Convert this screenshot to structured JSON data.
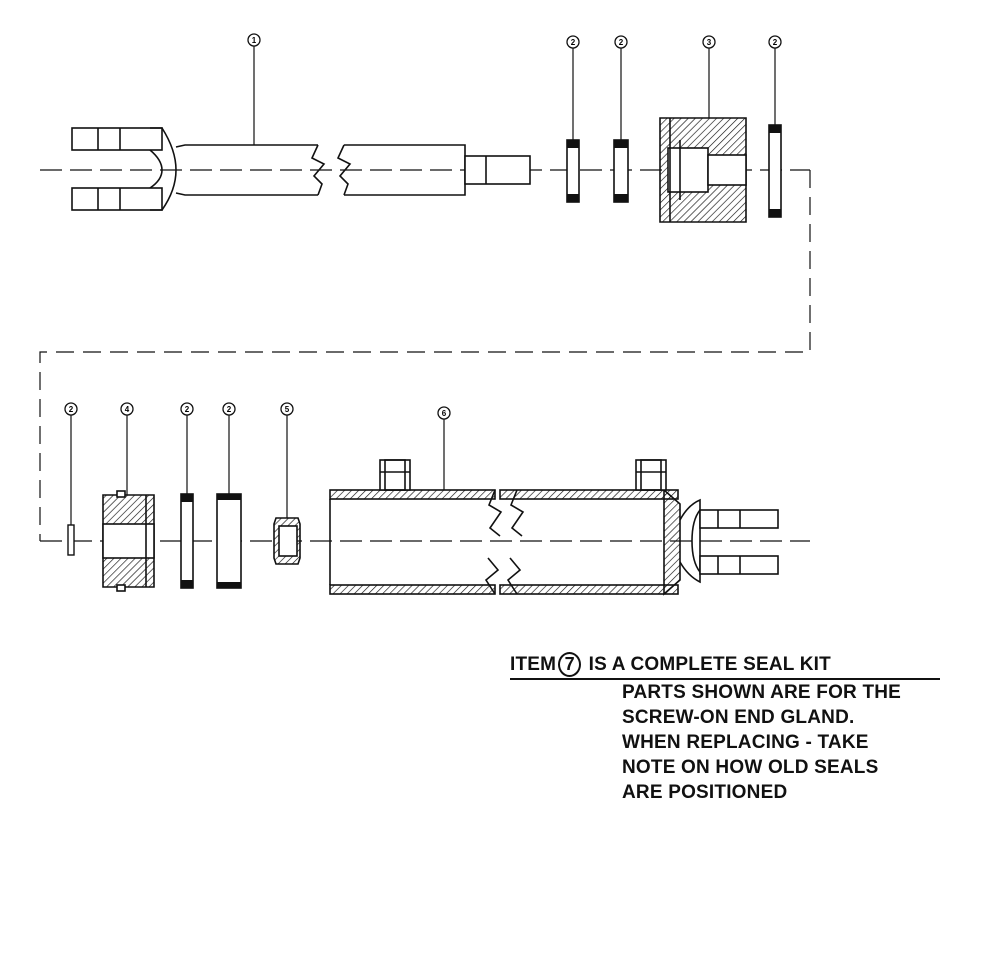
{
  "callouts": {
    "shaft": "1",
    "seal_a": "2",
    "seal_b": "2",
    "gland": "3",
    "seal_c": "2",
    "seal_d": "2",
    "piston": "4",
    "seal_e": "2",
    "seal_f": "2",
    "wiper": "5",
    "barrel": "6"
  },
  "note": {
    "prefix": "ITEM",
    "item_number": "7",
    "title_suffix": "IS A COMPLETE SEAL KIT",
    "lines": [
      "PARTS SHOWN ARE FOR THE",
      "SCREW-ON END GLAND.",
      "WHEN REPLACING - TAKE",
      "NOTE ON HOW OLD SEALS",
      "ARE POSITIONED"
    ]
  },
  "colors": {
    "ink": "#111111",
    "paper": "#ffffff"
  }
}
